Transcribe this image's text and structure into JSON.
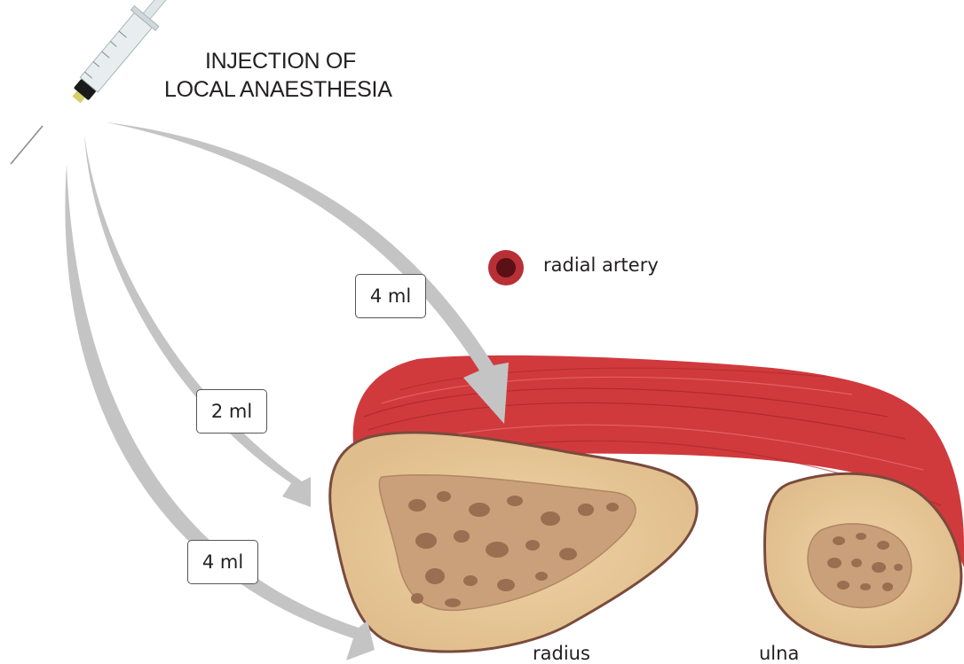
{
  "title_line1": "INJECTION OF",
  "title_line2": "LOCAL ANAESTHESIA",
  "arrows": [
    {
      "volume": "4 ml",
      "target": "dorsal (muscle)"
    },
    {
      "volume": "2 ml",
      "target": "radial side of radius"
    },
    {
      "volume": "4 ml",
      "target": "volar side of radius"
    }
  ],
  "labels": {
    "artery": "radial artery",
    "radius": "radius",
    "ulna": "ulna"
  },
  "colors": {
    "arrow": "#c4c4c4",
    "muscle": "#d03a3d",
    "bone_outer": "#e8c99a",
    "bone_inner": "#c9a07a",
    "artery": "#b82f35"
  }
}
